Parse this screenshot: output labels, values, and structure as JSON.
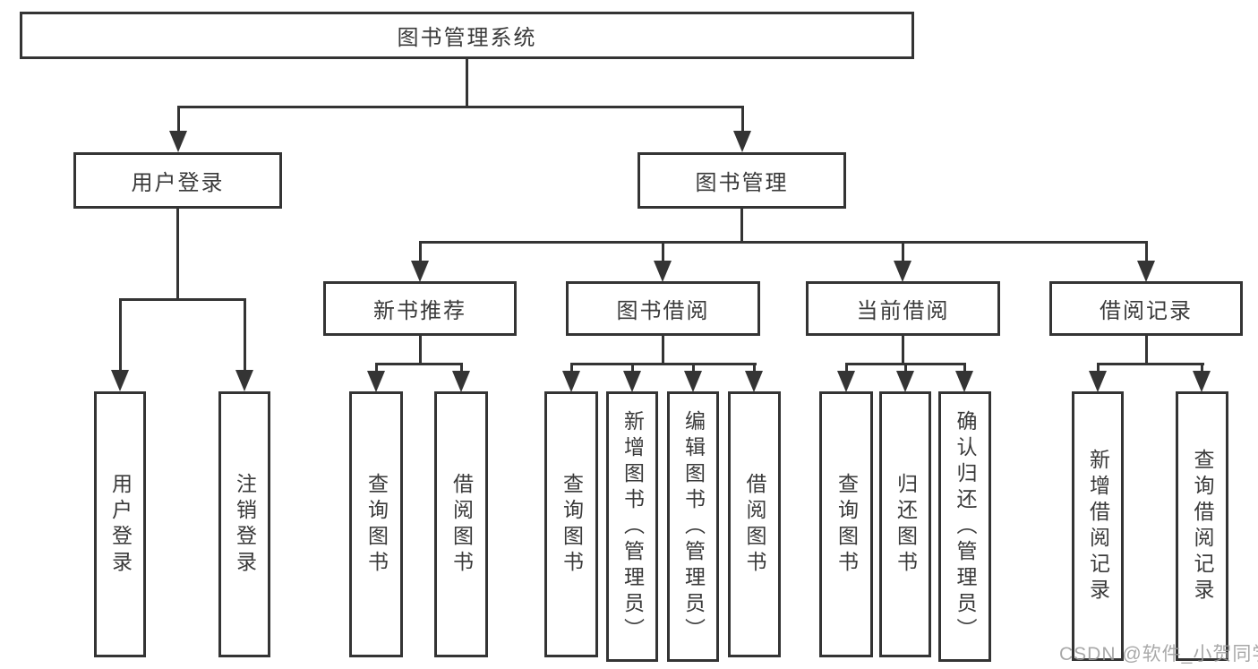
{
  "tree": {
    "label": "图书管理系统",
    "children": [
      {
        "label": "用户登录",
        "children": [
          {
            "label": "用户登录"
          },
          {
            "label": "注销登录"
          }
        ]
      },
      {
        "label": "图书管理",
        "children": [
          {
            "label": "新书推荐",
            "children": [
              {
                "label": "查询图书"
              },
              {
                "label": "借阅图书"
              }
            ]
          },
          {
            "label": "图书借阅",
            "children": [
              {
                "label": "查询图书"
              },
              {
                "label": "新增图书（管理员）"
              },
              {
                "label": "编辑图书（管理员）"
              },
              {
                "label": "借阅图书"
              }
            ]
          },
          {
            "label": "当前借阅",
            "children": [
              {
                "label": "查询图书"
              },
              {
                "label": "归还图书"
              },
              {
                "label": "确认归还（管理员）"
              }
            ]
          },
          {
            "label": "借阅记录",
            "children": [
              {
                "label": "新增借阅记录"
              },
              {
                "label": "查询借阅记录"
              }
            ]
          }
        ]
      }
    ]
  },
  "watermark": "CSDN @软件_小贺同学",
  "colors": {
    "line": "#343434",
    "text": "#3a3a3a",
    "watermark": "#9a9a9a",
    "background": "#ffffff"
  }
}
